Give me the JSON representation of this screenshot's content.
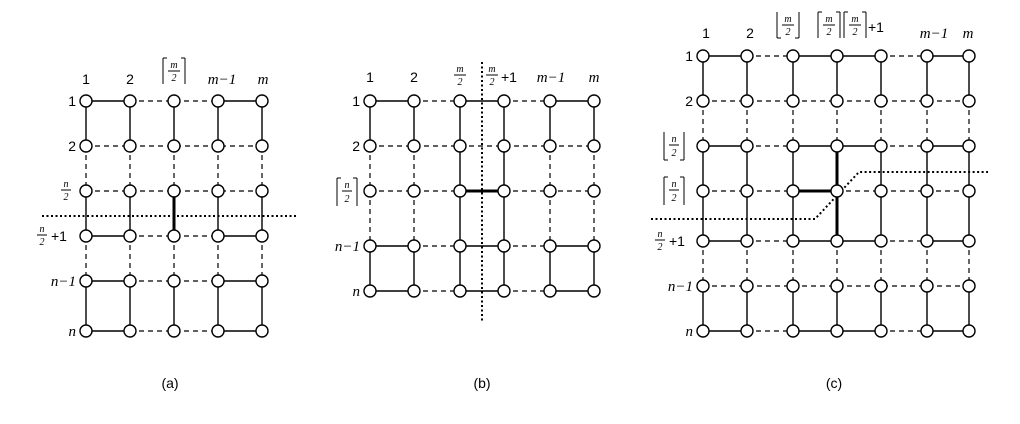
{
  "panels": [
    {
      "id": "a",
      "caption": "(a)",
      "col_labels": [
        "1",
        "2",
        "⌈m/2⌉",
        "m−1",
        "m"
      ],
      "row_labels": [
        "1",
        "2",
        "n/2",
        "n/2 +1",
        "n−1",
        "n"
      ]
    },
    {
      "id": "b",
      "caption": "(b)",
      "col_labels": [
        "1",
        "2",
        "m/2",
        "m/2 +1",
        "m−1",
        "m"
      ],
      "row_labels": [
        "1",
        "2",
        "⌈n/2⌉",
        "n−1",
        "n"
      ]
    },
    {
      "id": "c",
      "caption": "(c)",
      "col_labels": [
        "1",
        "2",
        "⌊m/2⌋",
        "⌈m/2⌉",
        "⌈m/2⌉+1",
        "m−1",
        "m"
      ],
      "row_labels": [
        "1",
        "2",
        "⌊n/2⌋",
        "⌈n/2⌉",
        "n/2 +1",
        "n−1",
        "n"
      ]
    }
  ]
}
